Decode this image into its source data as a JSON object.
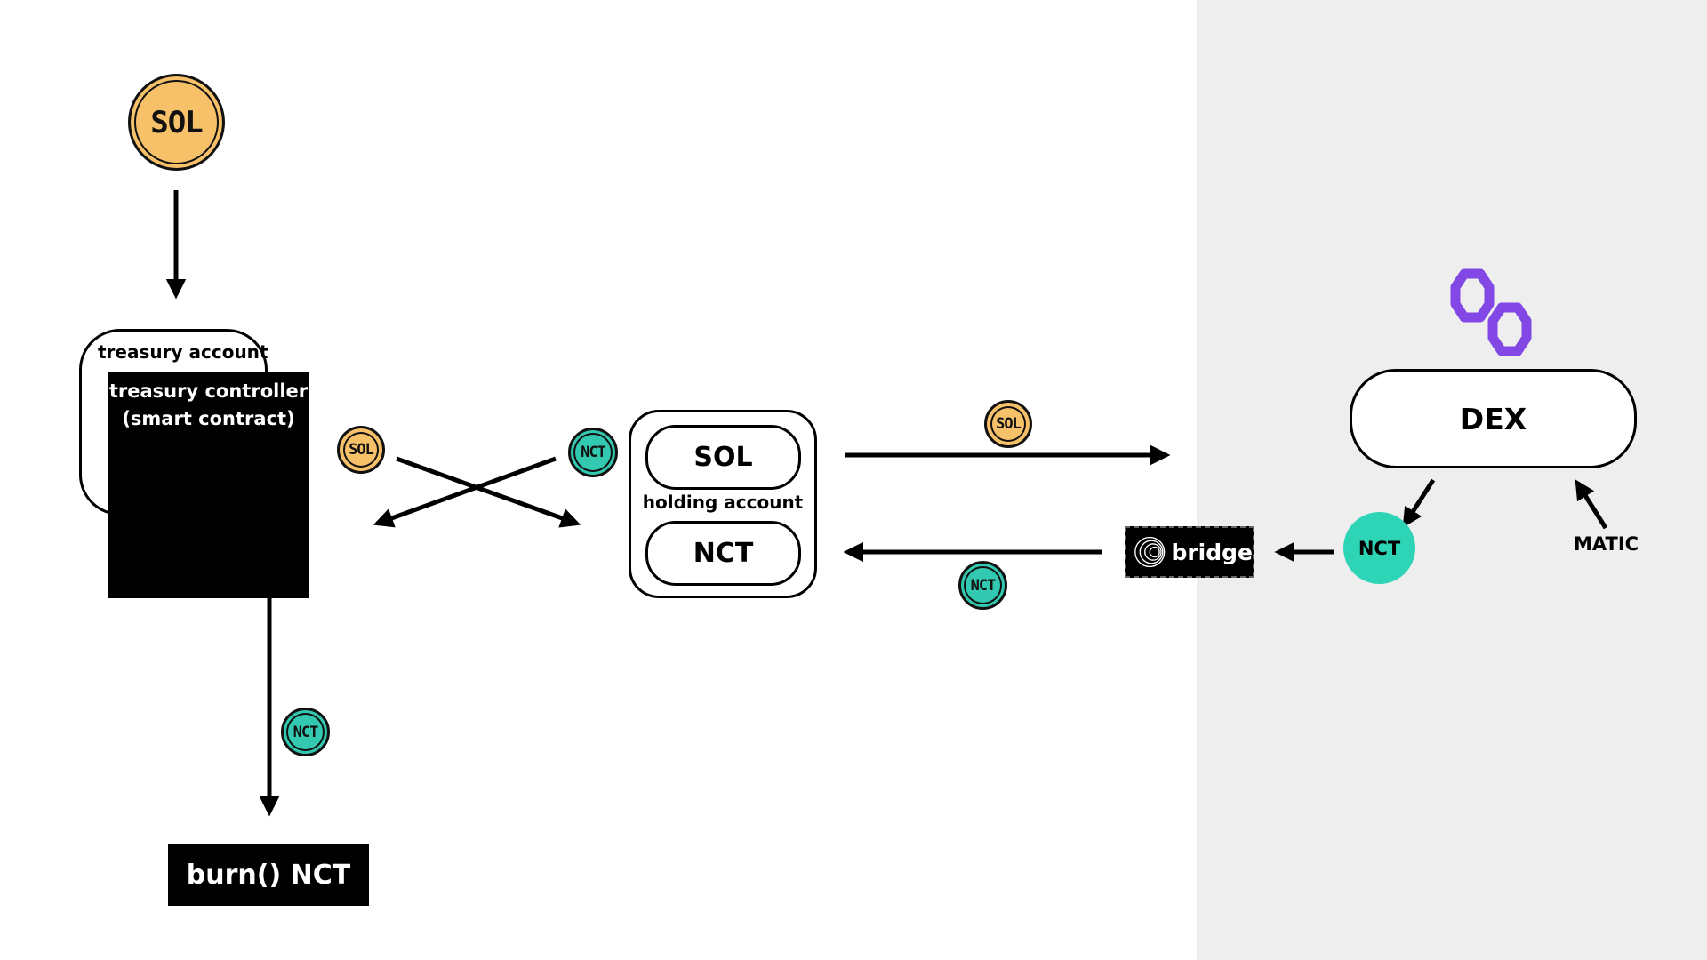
{
  "coins": {
    "sol": "SOL",
    "nct": "NCT"
  },
  "treasury": {
    "account_label": "treasury account",
    "controller_label_line1": "treasury controller",
    "controller_label_line2": "(smart contract)"
  },
  "holding": {
    "sol_label": "SOL",
    "account_label": "holding account",
    "nct_label": "NCT"
  },
  "burn": {
    "label": "burn() NCT"
  },
  "bridge": {
    "label": "bridge"
  },
  "dex": {
    "label": "DEX",
    "nct_label": "NCT",
    "matic_label": "MATIC"
  },
  "colors": {
    "sol_coin": "#f7c16a",
    "nct_coin": "#33c8b0",
    "polygon_logo": "#8247e5",
    "right_panel": "#eeeeee"
  },
  "icons": {
    "polygon": "polygon-logo-icon",
    "bridge": "bridge-spiral-icon"
  }
}
